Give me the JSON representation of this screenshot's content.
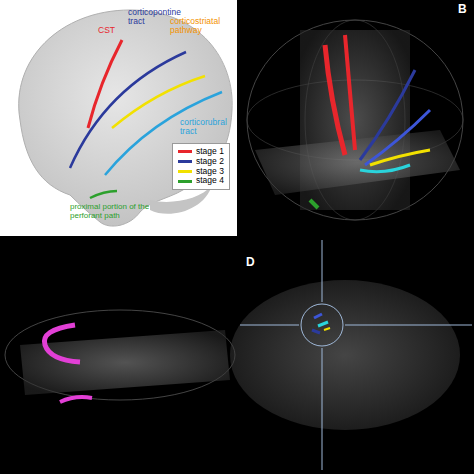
{
  "diagram": {
    "labels": [
      "CST",
      "corticopontine tract",
      "corticostriatal pathway",
      "corticorubral tract",
      "proximal portion of the perforant path",
      "B",
      "D"
    ],
    "legend": [
      {
        "text": "stage 1",
        "color": "#e8262c"
      },
      {
        "text": "stage 2",
        "color": "#2b3a9c"
      },
      {
        "text": "stage 3",
        "color": "#f2e100"
      },
      {
        "text": "stage 4",
        "color": "#2ca02c"
      }
    ]
  }
}
